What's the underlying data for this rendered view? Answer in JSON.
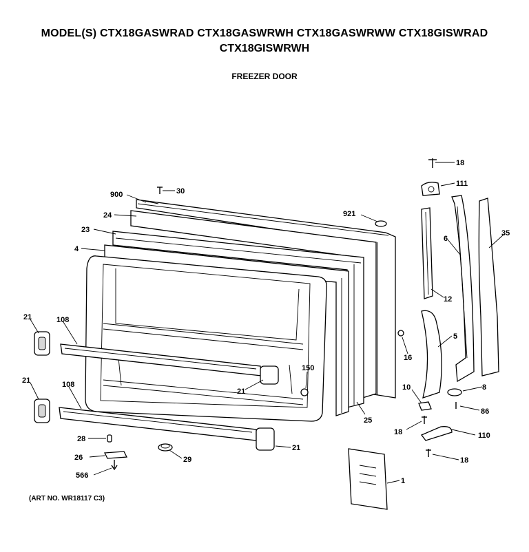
{
  "header": {
    "models_line1": "MODEL(S) CTX18GASWRAD  CTX18GASWRWH  CTX18GASWRWW  CTX18GISWRAD",
    "models_line2": "CTX18GISWRWH",
    "subtitle": "FREEZER DOOR"
  },
  "footer": {
    "art_no": "(ART NO. WR18117 C3)"
  },
  "callouts": {
    "p18a": "18",
    "p111": "111",
    "p30": "30",
    "p900": "900",
    "p921": "921",
    "p24": "24",
    "p23": "23",
    "p4": "4",
    "p6": "6",
    "p35": "35",
    "p12": "12",
    "p21a": "21",
    "p108a": "108",
    "p16": "16",
    "p5": "5",
    "p150": "150",
    "p21b": "21",
    "p21c": "21",
    "p108b": "108",
    "p10": "10",
    "p8": "8",
    "p86": "86",
    "p25": "25",
    "p18b": "18",
    "p110": "110",
    "p28": "28",
    "p26": "26",
    "p29": "29",
    "p21d": "21",
    "p18c": "18",
    "p566": "566",
    "p1": "1"
  }
}
